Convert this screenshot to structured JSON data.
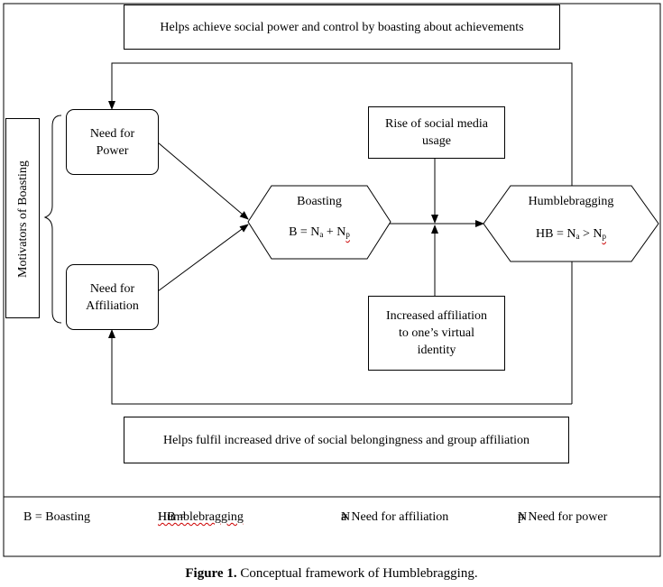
{
  "top_note": "Helps achieve social power and control by boasting about achievements",
  "bottom_note": "Helps fulfil increased drive of social belongingness and group affiliation",
  "motivators_label": "Motivators of Boasting",
  "need_power": {
    "line1": "Need for",
    "line2": "Power"
  },
  "need_affiliation": {
    "line1": "Need for",
    "line2": "Affiliation"
  },
  "social_media": {
    "line1": "Rise of social media",
    "line2": "usage"
  },
  "virtual_identity": {
    "line1": "Increased affiliation",
    "line2": "to one’s virtual",
    "line3": "identity"
  },
  "boasting": {
    "title": "Boasting",
    "formula_prefix": "B = N",
    "formula_sub1": "a",
    "formula_mid": " + N",
    "formula_sub2": "p"
  },
  "humblebragging": {
    "title": "Humblebragging",
    "formula_prefix": "HB = N",
    "formula_sub1": "a",
    "formula_mid": " > N",
    "formula_sub2": "p"
  },
  "legend": {
    "b": "B = Boasting",
    "hb_prefix": "HB = ",
    "hb_word": "Humblebragging",
    "na_n": "N",
    "na_sub": "a",
    "na_rest": " = Need for affiliation",
    "np_n": "N",
    "np_sub": "p",
    "np_rest": " = Need for power"
  },
  "caption": {
    "bold": "Figure 1.",
    "text": " Conceptual framework of Humblebragging."
  }
}
